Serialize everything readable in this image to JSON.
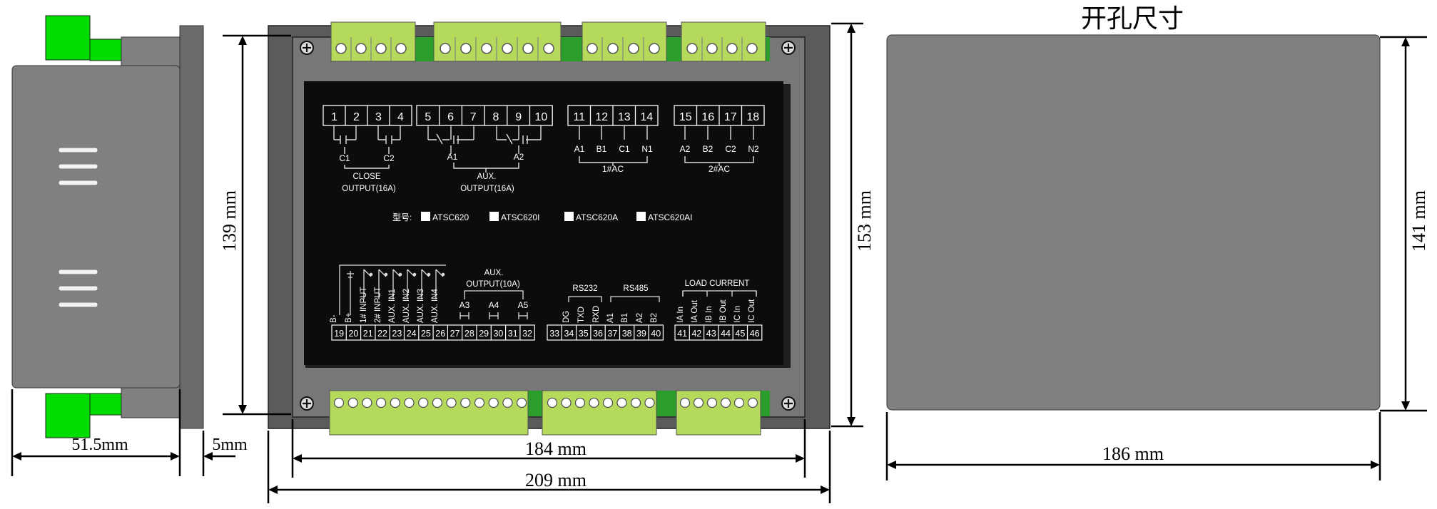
{
  "title": "开孔尺寸",
  "dimensions": {
    "side_depth": "51.5mm",
    "bezel_thickness": "5mm",
    "inner_height": "139 mm",
    "outer_height": "153 mm",
    "inner_width": "184 mm",
    "outer_width": "209 mm",
    "cutout_height": "141 mm",
    "cutout_width": "186 mm"
  },
  "top_terminals": {
    "g1": [
      "1",
      "2",
      "3",
      "4"
    ],
    "g2": [
      "5",
      "6",
      "7",
      "8",
      "9",
      "10"
    ],
    "g3": [
      "11",
      "12",
      "13",
      "14"
    ],
    "g4": [
      "15",
      "16",
      "17",
      "18"
    ]
  },
  "top_labels": {
    "close_c1": "C1",
    "close_c2": "C2",
    "close_caption_1": "CLOSE",
    "close_caption_2": "OUTPUT(16A)",
    "aux_a1": "A1",
    "aux_a2": "A2",
    "aux_caption_1": "AUX.",
    "aux_caption_2": "OUTPUT(16A)",
    "ac1_phases": [
      "A1",
      "B1",
      "C1",
      "N1"
    ],
    "ac1_caption": "1#AC",
    "ac2_phases": [
      "A2",
      "B2",
      "C2",
      "N2"
    ],
    "ac2_caption": "2#AC"
  },
  "model": {
    "prefix": "型号:",
    "options": [
      "ATSC620",
      "ATSC620I",
      "ATSC620A",
      "ATSC620AI"
    ]
  },
  "bottom_terminals": {
    "g1": [
      "19",
      "20",
      "21",
      "22",
      "23",
      "24",
      "25",
      "26",
      "27",
      "28",
      "29",
      "30",
      "31",
      "32"
    ],
    "g2": [
      "33",
      "34",
      "35",
      "36",
      "37",
      "38",
      "39",
      "40"
    ],
    "g3": [
      "41",
      "42",
      "43",
      "44",
      "45",
      "46"
    ]
  },
  "bottom_labels": {
    "g1_signals": [
      "B-",
      "B+",
      "1# INPUT",
      "2# INPUT",
      "AUX. IN1",
      "AUX. IN2",
      "AUX. IN3",
      "AUX. IN4"
    ],
    "aux_out_caption_1": "AUX.",
    "aux_out_caption_2": "OUTPUT(10A)",
    "aux_out_relays": [
      "A3",
      "A4",
      "A5"
    ],
    "rs232_caption": "RS232",
    "rs232_signals": [
      "DG",
      "TXD",
      "RXD"
    ],
    "rs485_caption": "RS485",
    "rs485_signals": [
      "A1",
      "B1",
      "A2",
      "B2"
    ],
    "load_caption": "LOAD CURRENT",
    "load_signals": [
      "IA In",
      "IA Out",
      "IB In",
      "IB Out",
      "IC In",
      "IC Out"
    ]
  },
  "colors": {
    "connector_green": "#00dd00",
    "terminal_lime": "#b5d95a",
    "housing_gray": "#808080",
    "bezel_dark": "#595959",
    "panel_black": "#0c0c0c"
  }
}
